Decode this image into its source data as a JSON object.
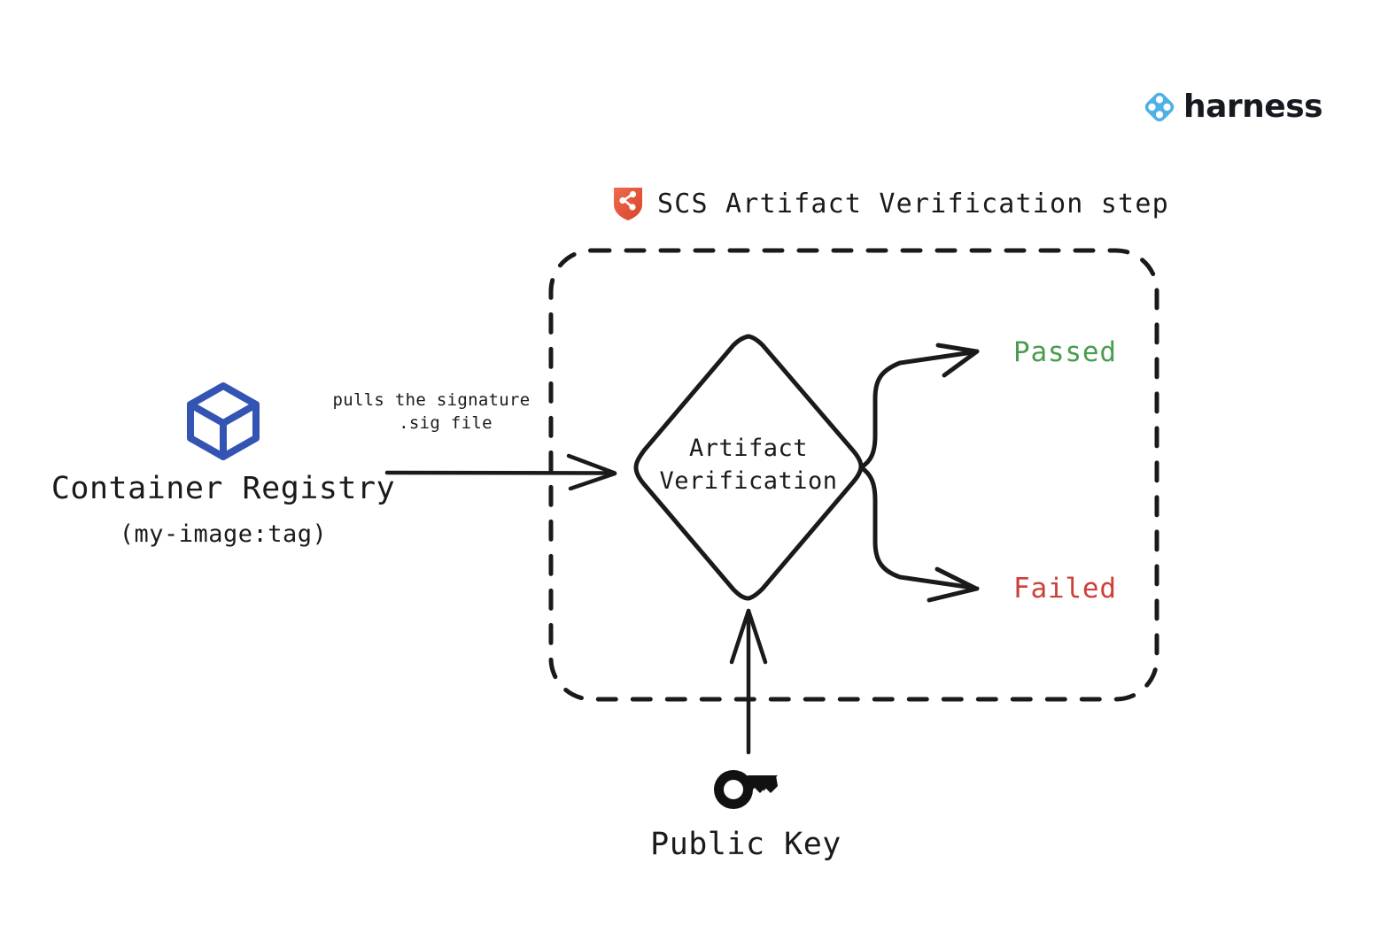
{
  "brand": {
    "name": "harness",
    "logo_icon": "harness-diamond-logo-icon",
    "logo_color": "#4db0e6",
    "word_color": "#16191f"
  },
  "step": {
    "icon": "scs-shield-network-icon",
    "icon_color": "#e0503a",
    "title": "SCS Artifact Verification step",
    "container_style": "dashed-rounded-rectangle"
  },
  "registry": {
    "icon": "container-cube-icon",
    "icon_color": "#3454b4",
    "title": "Container Registry",
    "subtitle": "(my-image:tag)"
  },
  "edges": {
    "registry_to_verification": {
      "label_line1": "pulls the signature",
      "label_line2": ".sig file",
      "arrow": "arrow-right"
    },
    "key_to_verification": {
      "arrow": "arrow-up"
    },
    "verification_to_passed": {
      "arrow": "arrow-curve-up-right"
    },
    "verification_to_failed": {
      "arrow": "arrow-curve-down-right"
    }
  },
  "verification": {
    "shape": "diamond",
    "label_line1": "Artifact",
    "label_line2": "Verification"
  },
  "outcomes": [
    {
      "label": "Passed",
      "color": "#4a9d4f"
    },
    {
      "label": "Failed",
      "color": "#cc4038"
    }
  ],
  "public_key": {
    "icon": "key-icon",
    "label": "Public Key"
  }
}
